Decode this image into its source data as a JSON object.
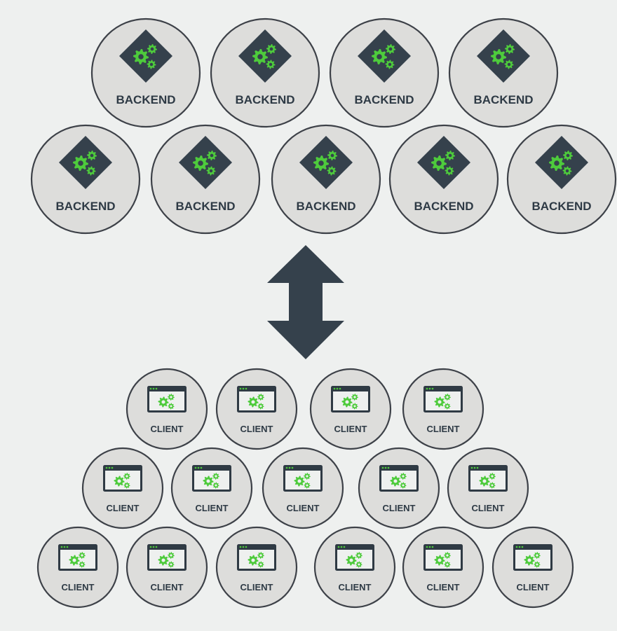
{
  "backend_label": "BACKEND",
  "client_label": "CLIENT",
  "backend_rows": [
    4,
    5
  ],
  "client_rows": [
    4,
    5,
    6
  ],
  "colors": {
    "background": "#eef0ef",
    "node_fill": "#dddddb",
    "node_stroke": "#3d4148",
    "dark": "#35414c",
    "accent_green": "#4ecb3c",
    "text": "#2e3a45"
  },
  "icons": {
    "backend": "gears-diamond-icon",
    "client": "browser-window-gears-icon",
    "connector": "double-arrow-icon"
  }
}
